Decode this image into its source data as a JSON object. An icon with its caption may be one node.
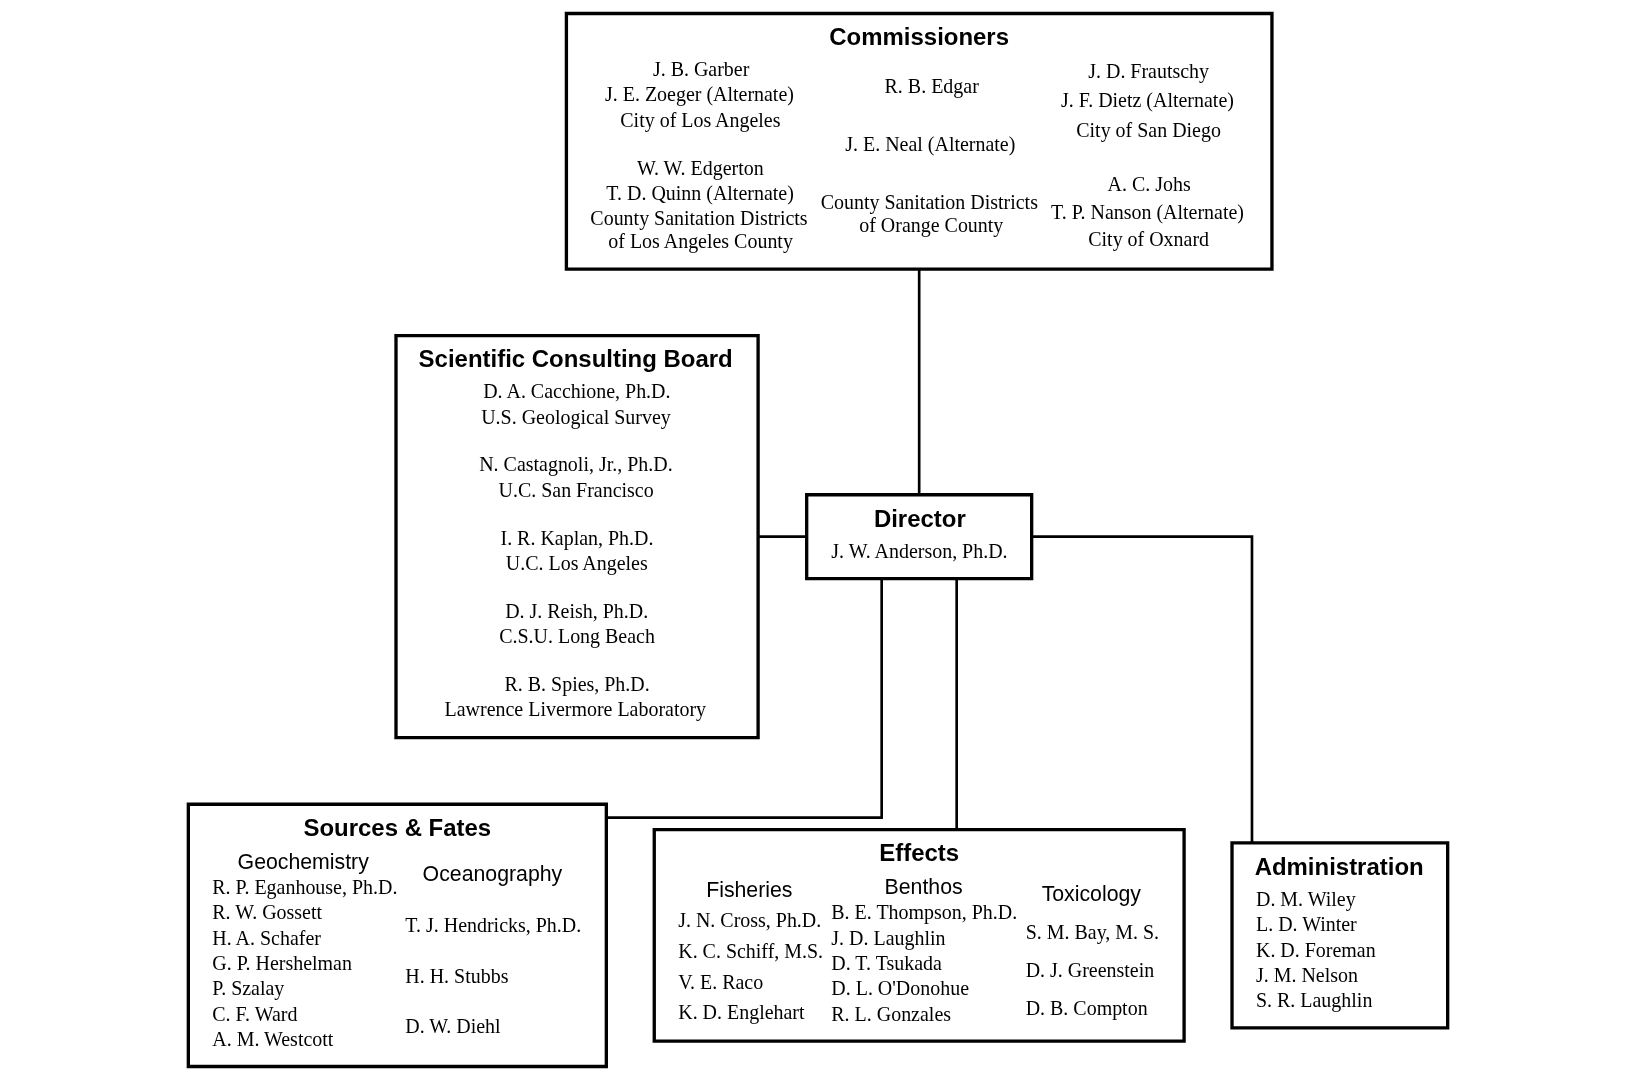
{
  "diagram": {
    "nodes": [
      {
        "text": [
          "Commissioners",
          "J. B. Garber",
          "J. E. Zoeger (Alternate)",
          "City of Los Angeles",
          "W. W. Edgerton",
          "T. D. Quinn (Alternate)",
          "County Sanitation Districts of Los Angeles County",
          "R. B. Edgar",
          "J. E. Neal (Alternate)",
          "County Sanitation Districts of Orange County",
          "J. D. Frautschy",
          "J. F. Dietz (Alternate)",
          "City of San Diego",
          "A. C. Johs",
          "T. P. Nanson (Alternate)",
          "City of Oxnard"
        ]
      },
      {
        "text": [
          "Scientific Consulting Board",
          "D. A. Cacchione, Ph.D.",
          "U.S. Geological Survey",
          "N. Castagnoli, Jr., Ph.D.",
          "U.C. San Francisco",
          "I. R. Kaplan, Ph.D.",
          "U.C. Los Angeles",
          "D. J. Reish, Ph.D.",
          "C.S.U. Long Beach",
          "R. B. Spies, Ph.D.",
          "Lawrence Livermore Laboratory"
        ]
      },
      {
        "text": [
          "Director",
          "J. W. Anderson, Ph.D."
        ]
      },
      {
        "text": [
          "Sources & Fates",
          "Geochemistry",
          "R. P. Eganhouse, Ph.D.",
          "R. W. Gossett",
          "H. A. Schafer",
          "G. P. Hershelman",
          "P. Szalay",
          "C. F. Ward",
          "A. M. Westcott",
          "Oceanography",
          "T. J. Hendricks, Ph.D.",
          "H. H. Stubbs",
          "D. W. Diehl"
        ]
      },
      {
        "text": [
          "Effects",
          "Fisheries",
          "J. N. Cross, Ph.D.",
          "K. C. Schiff, M.S.",
          "V. E. Raco",
          "K. D. Englehart",
          "Benthos",
          "B. E. Thompson, Ph.D.",
          "J. D. Laughlin",
          "D. T. Tsukada",
          "D. L. O'Donohue",
          "R. L. Gonzales",
          "Toxicology",
          "S. M. Bay, M. S.",
          "D. J. Greenstein",
          "D. B. Compton"
        ]
      },
      {
        "text": [
          "Administration",
          "D. M. Wiley",
          "L. D. Winter",
          "K. D. Foreman",
          "J. M. Nelson",
          "S. R. Laughlin"
        ]
      }
    ],
    "edges": [
      {
        "from": 0,
        "to": 2,
        "arrow": "none"
      },
      {
        "from": 1,
        "to": 2,
        "arrow": "none"
      },
      {
        "from": 2,
        "to": 3,
        "arrow": "none"
      },
      {
        "from": 2,
        "to": 4,
        "arrow": "none"
      },
      {
        "from": 2,
        "to": 5,
        "arrow": "none"
      }
    ]
  }
}
